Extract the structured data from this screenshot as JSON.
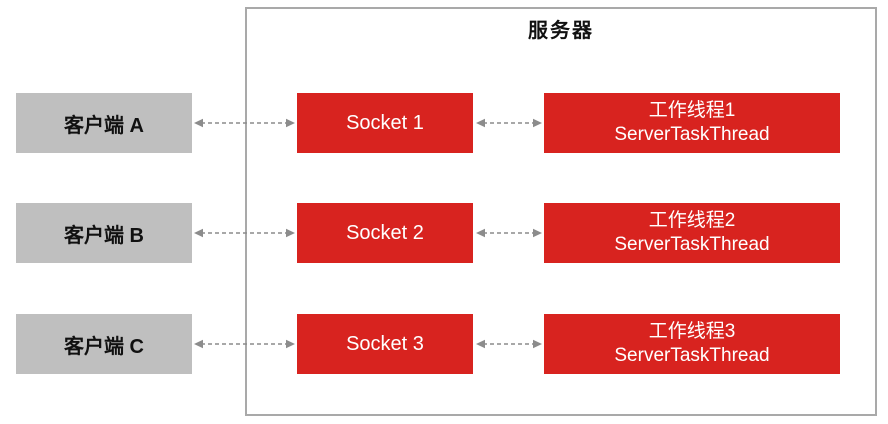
{
  "diagram": {
    "server_title": "服务器",
    "rows": [
      {
        "client": "客户端 A",
        "socket": "Socket 1",
        "worker_line1": "工作线程1",
        "worker_line2": "ServerTaskThread"
      },
      {
        "client": "客户端 B",
        "socket": "Socket 2",
        "worker_line1": "工作线程2",
        "worker_line2": "ServerTaskThread"
      },
      {
        "client": "客户端 C",
        "socket": "Socket 3",
        "worker_line1": "工作线程3",
        "worker_line2": "ServerTaskThread"
      }
    ]
  },
  "colors": {
    "red": "#d8231f",
    "client_gray": "#bfbfbf",
    "server_border": "#a9a9a9",
    "arrow_gray": "#8c8c8c",
    "text_dark": "#111111",
    "box_text": "#ffffff"
  }
}
